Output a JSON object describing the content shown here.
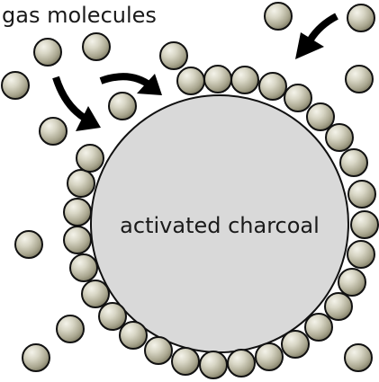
{
  "labels": {
    "gas_molecules": "gas molecules",
    "charcoal": "activated charcoal"
  },
  "colors": {
    "charcoal_fill": "#d9d9d9",
    "molecule_fill": "#c9c7b6",
    "outline": "#111111"
  },
  "icons": {
    "arrow": "curved-arrow"
  }
}
